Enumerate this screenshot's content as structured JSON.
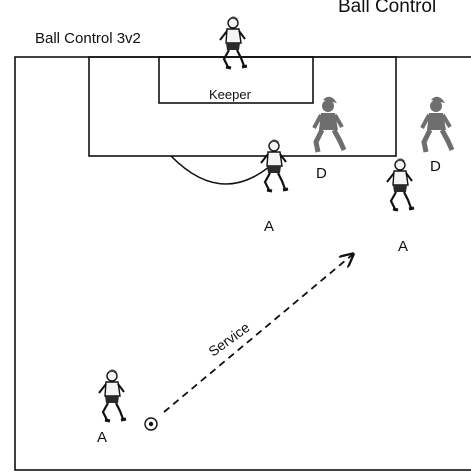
{
  "header": {
    "title": "Ball Control 3v2",
    "clipped_title": "Ball Control"
  },
  "labels": {
    "keeper": "Keeper",
    "service": "Service"
  },
  "players": [
    {
      "role": "A",
      "team": "attacker"
    },
    {
      "role": "A",
      "team": "attacker"
    },
    {
      "role": "A",
      "team": "attacker"
    },
    {
      "role": "D",
      "team": "defender"
    },
    {
      "role": "D",
      "team": "defender"
    }
  ],
  "colors": {
    "line": "#111111",
    "attacker_fill": "#f4f4f4",
    "defender_fill": "#6e6e6e",
    "background": "#ffffff"
  }
}
